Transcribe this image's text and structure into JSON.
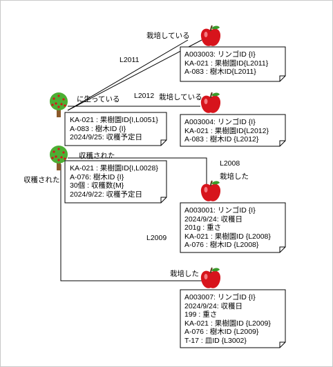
{
  "colors": {
    "line": "#000000",
    "frame": "#c8c8c8",
    "apple": "#d7141c",
    "tree_foliage": "#4caf33",
    "tree_trunk": "#8b5a2b"
  },
  "icons": {
    "apple": "apple-icon",
    "tree": "tree-icon"
  },
  "notes": {
    "apple_a003003": {
      "lines": [
        "A003003: リンゴID {I}",
        "KA-021 : 果樹園ID{L2011}",
        "A-083 : 樹木ID{L2011}"
      ]
    },
    "apple_a003004": {
      "lines": [
        "A003004: リンゴID {I}",
        "KA-021 : 果樹園ID{L2012}",
        "A-083 : 樹木ID {L2012}"
      ]
    },
    "tree_a083": {
      "lines": [
        "KA-021 : 果樹園ID{I,L0051}",
        "A-083 : 樹木ID {I}",
        "2024/9/25: 収穫予定日"
      ]
    },
    "tree_a076": {
      "lines": [
        "KA-021 : 果樹園ID{I,L0028}",
        "A-076: 樹木ID {I}",
        "30個 : 収穫数{M}",
        "2024/9/22: 収穫予定日"
      ]
    },
    "apple_a003001": {
      "lines": [
        "A003001: リンゴID {I}",
        "2024/9/24: 収穫日",
        "201g : 重さ",
        "KA-021 : 果樹園ID {L2008}",
        "A-076 : 樹木ID {L2008}"
      ]
    },
    "apple_a003007": {
      "lines": [
        "A003007: リンゴID {I}",
        "2024/9/24: 収穫日",
        "199 : 重さ",
        "KA-021 : 果樹園ID {L2009}",
        "A-076 : 樹木ID {L2009}",
        "T-17 : 皿ID {L3002}"
      ]
    }
  },
  "labels": {
    "grown_1": "栽培している",
    "grown_2": "栽培している",
    "growing_on_tree": "に生っている",
    "harvested_1": "収穫された",
    "harvested_2": "収穫された",
    "cultivated_1": "栽培した",
    "cultivated_2": "栽培した",
    "rel_l2011": "L2011",
    "rel_l2012": "L2012",
    "rel_l2008": "L2008",
    "rel_l2009": "L2009"
  }
}
